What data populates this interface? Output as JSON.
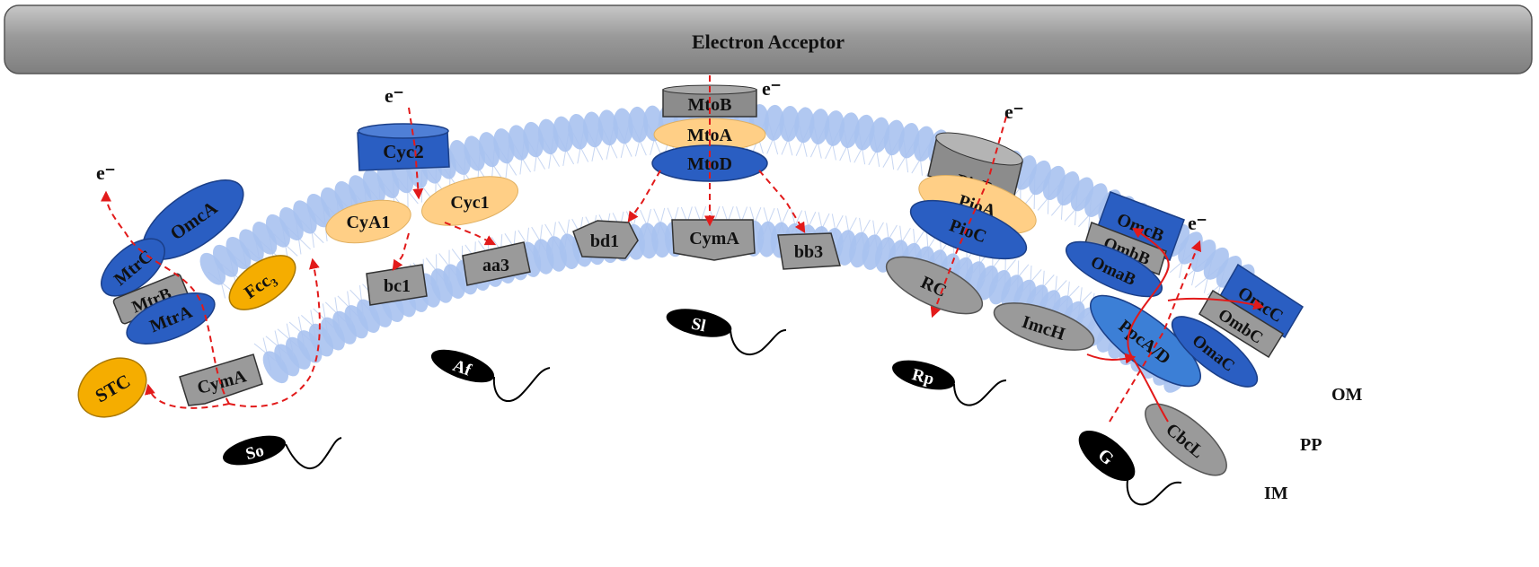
{
  "title": "Electron Acceptor",
  "electron_symbol": "e⁻",
  "layers": {
    "om": "OM",
    "pp": "PP",
    "im": "IM"
  },
  "organisms": {
    "so": "So",
    "af": "Af",
    "sl": "Sl",
    "rp": "Rp",
    "g": "G"
  },
  "proteins": {
    "omcA": "OmcA",
    "mtrC": "MtrC",
    "mtrB": "MtrB",
    "mtrA": "MtrA",
    "fcc3_main": "Fcc",
    "fcc3_sub": "3",
    "stc": "STC",
    "cymA_so": "CymA",
    "cyc2": "Cyc2",
    "cya1": "CyA1",
    "cyc1": "Cyc1",
    "bc1": "bc1",
    "aa3": "aa3",
    "mtoB": "MtoB",
    "mtoA": "MtoA",
    "mtoD": "MtoD",
    "bd1": "bd1",
    "cymA_sl": "CymA",
    "bb3": "bb3",
    "pioB": "PioB",
    "pioA": "PioA",
    "pioC": "PioC",
    "rc": "RC",
    "imcH": "ImcH",
    "omcB": "OmcB",
    "ombB": "OmbB",
    "omaB": "OmaB",
    "ppcAD": "PpcA/D",
    "omcC": "OmcC",
    "ombC": "OmbC",
    "omaC": "OmaC",
    "cbcL": "CbcL"
  },
  "colors": {
    "acceptor_bar": "#999999",
    "lipid_head": "#a9c2ef",
    "lipid_tail": "#c7d6f2",
    "blue_protein": "#2a5ec2",
    "light_blue_protein": "#3c7fd6",
    "orange_protein": "#ffcf86",
    "gold_protein": "#f5ad00",
    "gray_protein": "#9a9a9a",
    "arrow_red": "#e21a1a",
    "bacterium": "#000000"
  }
}
